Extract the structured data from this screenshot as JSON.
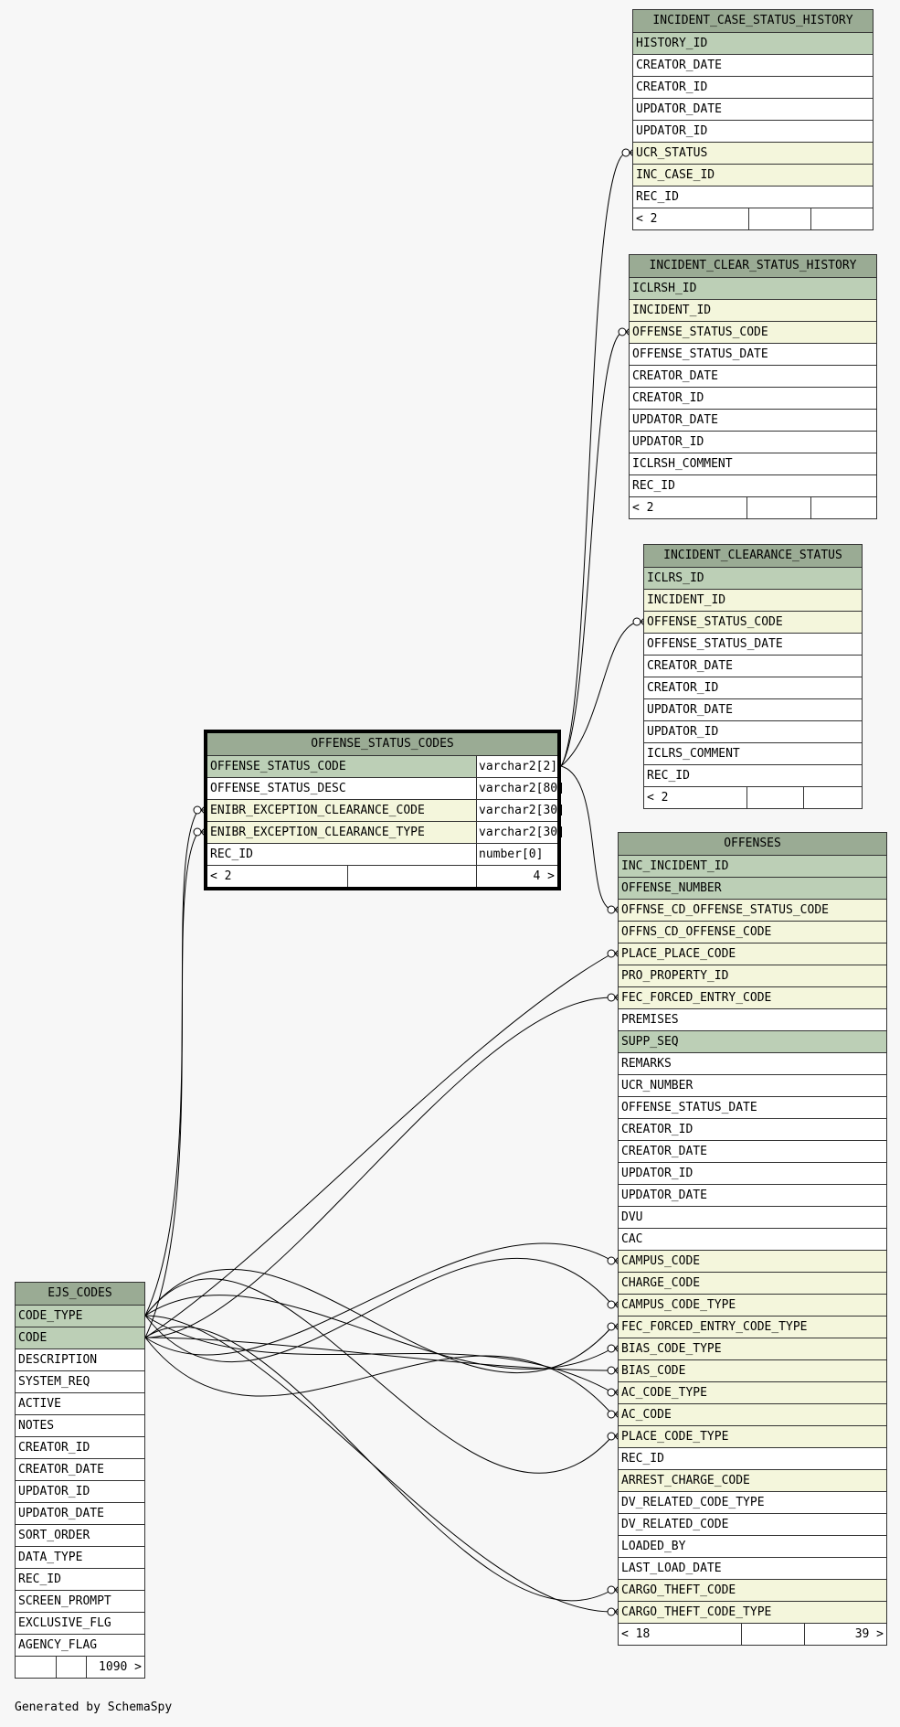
{
  "footer": "Generated by SchemaSpy",
  "tables": [
    {
      "name": "INCIDENT_CASE_STATUS_HISTORY",
      "columns": [
        {
          "name": "HISTORY_ID",
          "kind": "pk"
        },
        {
          "name": "CREATOR_DATE",
          "kind": "plain"
        },
        {
          "name": "CREATOR_ID",
          "kind": "plain"
        },
        {
          "name": "UPDATOR_DATE",
          "kind": "plain"
        },
        {
          "name": "UPDATOR_ID",
          "kind": "plain"
        },
        {
          "name": "UCR_STATUS",
          "kind": "fk"
        },
        {
          "name": "INC_CASE_ID",
          "kind": "fk"
        },
        {
          "name": "REC_ID",
          "kind": "plain"
        }
      ],
      "footer": [
        "< 2",
        "",
        ""
      ]
    },
    {
      "name": "INCIDENT_CLEAR_STATUS_HISTORY",
      "columns": [
        {
          "name": "ICLRSH_ID",
          "kind": "pk"
        },
        {
          "name": "INCIDENT_ID",
          "kind": "fk"
        },
        {
          "name": "OFFENSE_STATUS_CODE",
          "kind": "fk"
        },
        {
          "name": "OFFENSE_STATUS_DATE",
          "kind": "plain"
        },
        {
          "name": "CREATOR_DATE",
          "kind": "plain"
        },
        {
          "name": "CREATOR_ID",
          "kind": "plain"
        },
        {
          "name": "UPDATOR_DATE",
          "kind": "plain"
        },
        {
          "name": "UPDATOR_ID",
          "kind": "plain"
        },
        {
          "name": "ICLRSH_COMMENT",
          "kind": "plain"
        },
        {
          "name": "REC_ID",
          "kind": "plain"
        }
      ],
      "footer": [
        "< 2",
        "",
        ""
      ]
    },
    {
      "name": "INCIDENT_CLEARANCE_STATUS",
      "columns": [
        {
          "name": "ICLRS_ID",
          "kind": "pk"
        },
        {
          "name": "INCIDENT_ID",
          "kind": "fk"
        },
        {
          "name": "OFFENSE_STATUS_CODE",
          "kind": "fk"
        },
        {
          "name": "OFFENSE_STATUS_DATE",
          "kind": "plain"
        },
        {
          "name": "CREATOR_DATE",
          "kind": "plain"
        },
        {
          "name": "CREATOR_ID",
          "kind": "plain"
        },
        {
          "name": "UPDATOR_DATE",
          "kind": "plain"
        },
        {
          "name": "UPDATOR_ID",
          "kind": "plain"
        },
        {
          "name": "ICLRS_COMMENT",
          "kind": "plain"
        },
        {
          "name": "REC_ID",
          "kind": "plain"
        }
      ],
      "footer": [
        "< 2",
        "",
        ""
      ]
    },
    {
      "name": "OFFENSE_STATUS_CODES",
      "highlight": true,
      "columns": [
        {
          "name": "OFFENSE_STATUS_CODE",
          "type": "varchar2[2]",
          "kind": "pk"
        },
        {
          "name": "OFFENSE_STATUS_DESC",
          "type": "varchar2[80]",
          "kind": "plain"
        },
        {
          "name": "ENIBR_EXCEPTION_CLEARANCE_CODE",
          "type": "varchar2[30]",
          "kind": "fk"
        },
        {
          "name": "ENIBR_EXCEPTION_CLEARANCE_TYPE",
          "type": "varchar2[30]",
          "kind": "fk"
        },
        {
          "name": "REC_ID",
          "type": "number[0]",
          "kind": "plain"
        }
      ],
      "footer": [
        "< 2",
        "",
        "4 >"
      ]
    },
    {
      "name": "OFFENSES",
      "columns": [
        {
          "name": "INC_INCIDENT_ID",
          "kind": "pk"
        },
        {
          "name": "OFFENSE_NUMBER",
          "kind": "pk"
        },
        {
          "name": "OFFNSE_CD_OFFENSE_STATUS_CODE",
          "kind": "fk"
        },
        {
          "name": "OFFNS_CD_OFFENSE_CODE",
          "kind": "fk"
        },
        {
          "name": "PLACE_PLACE_CODE",
          "kind": "fk"
        },
        {
          "name": "PRO_PROPERTY_ID",
          "kind": "fk"
        },
        {
          "name": "FEC_FORCED_ENTRY_CODE",
          "kind": "fk"
        },
        {
          "name": "PREMISES",
          "kind": "plain"
        },
        {
          "name": "SUPP_SEQ",
          "kind": "pk"
        },
        {
          "name": "REMARKS",
          "kind": "plain"
        },
        {
          "name": "UCR_NUMBER",
          "kind": "plain"
        },
        {
          "name": "OFFENSE_STATUS_DATE",
          "kind": "plain"
        },
        {
          "name": "CREATOR_ID",
          "kind": "plain"
        },
        {
          "name": "CREATOR_DATE",
          "kind": "plain"
        },
        {
          "name": "UPDATOR_ID",
          "kind": "plain"
        },
        {
          "name": "UPDATOR_DATE",
          "kind": "plain"
        },
        {
          "name": "DVU",
          "kind": "plain"
        },
        {
          "name": "CAC",
          "kind": "plain"
        },
        {
          "name": "CAMPUS_CODE",
          "kind": "fk"
        },
        {
          "name": "CHARGE_CODE",
          "kind": "fk"
        },
        {
          "name": "CAMPUS_CODE_TYPE",
          "kind": "fk"
        },
        {
          "name": "FEC_FORCED_ENTRY_CODE_TYPE",
          "kind": "fk"
        },
        {
          "name": "BIAS_CODE_TYPE",
          "kind": "fk"
        },
        {
          "name": "BIAS_CODE",
          "kind": "fk"
        },
        {
          "name": "AC_CODE_TYPE",
          "kind": "fk"
        },
        {
          "name": "AC_CODE",
          "kind": "fk"
        },
        {
          "name": "PLACE_CODE_TYPE",
          "kind": "fk"
        },
        {
          "name": "REC_ID",
          "kind": "plain"
        },
        {
          "name": "ARREST_CHARGE_CODE",
          "kind": "fk"
        },
        {
          "name": "DV_RELATED_CODE_TYPE",
          "kind": "plain"
        },
        {
          "name": "DV_RELATED_CODE",
          "kind": "plain"
        },
        {
          "name": "LOADED_BY",
          "kind": "plain"
        },
        {
          "name": "LAST_LOAD_DATE",
          "kind": "plain"
        },
        {
          "name": "CARGO_THEFT_CODE",
          "kind": "fk"
        },
        {
          "name": "CARGO_THEFT_CODE_TYPE",
          "kind": "fk"
        }
      ],
      "footer": [
        "< 18",
        "",
        "39 >"
      ]
    },
    {
      "name": "EJS_CODES",
      "columns": [
        {
          "name": "CODE_TYPE",
          "kind": "pk"
        },
        {
          "name": "CODE",
          "kind": "pk"
        },
        {
          "name": "DESCRIPTION",
          "kind": "plain"
        },
        {
          "name": "SYSTEM_REQ",
          "kind": "plain"
        },
        {
          "name": "ACTIVE",
          "kind": "plain"
        },
        {
          "name": "NOTES",
          "kind": "plain"
        },
        {
          "name": "CREATOR_ID",
          "kind": "plain"
        },
        {
          "name": "CREATOR_DATE",
          "kind": "plain"
        },
        {
          "name": "UPDATOR_ID",
          "kind": "plain"
        },
        {
          "name": "UPDATOR_DATE",
          "kind": "plain"
        },
        {
          "name": "SORT_ORDER",
          "kind": "plain"
        },
        {
          "name": "DATA_TYPE",
          "kind": "plain"
        },
        {
          "name": "REC_ID",
          "kind": "plain"
        },
        {
          "name": "SCREEN_PROMPT",
          "kind": "plain"
        },
        {
          "name": "EXCLUSIVE_FLG",
          "kind": "plain"
        },
        {
          "name": "AGENCY_FLAG",
          "kind": "plain"
        }
      ],
      "footer": [
        "",
        "",
        "1090 >"
      ]
    }
  ],
  "relationships": [
    {
      "from": "OFFENSE_STATUS_CODES.OFFENSE_STATUS_CODE",
      "to": "INCIDENT_CASE_STATUS_HISTORY.UCR_STATUS"
    },
    {
      "from": "OFFENSE_STATUS_CODES.OFFENSE_STATUS_CODE",
      "to": "INCIDENT_CLEAR_STATUS_HISTORY.OFFENSE_STATUS_CODE"
    },
    {
      "from": "OFFENSE_STATUS_CODES.OFFENSE_STATUS_CODE",
      "to": "INCIDENT_CLEARANCE_STATUS.OFFENSE_STATUS_CODE"
    },
    {
      "from": "OFFENSE_STATUS_CODES.OFFENSE_STATUS_CODE",
      "to": "OFFENSES.OFFNSE_CD_OFFENSE_STATUS_CODE"
    },
    {
      "from": "EJS_CODES.CODE_TYPE",
      "to": "OFFENSE_STATUS_CODES.ENIBR_EXCEPTION_CLEARANCE_CODE"
    },
    {
      "from": "EJS_CODES.CODE",
      "to": "OFFENSE_STATUS_CODES.ENIBR_EXCEPTION_CLEARANCE_TYPE"
    },
    {
      "from": "EJS_CODES.CODE",
      "to": "OFFENSES.PLACE_PLACE_CODE"
    },
    {
      "from": "EJS_CODES.CODE",
      "to": "OFFENSES.FEC_FORCED_ENTRY_CODE"
    },
    {
      "from": "EJS_CODES.CODE",
      "to": "OFFENSES.CAMPUS_CODE"
    },
    {
      "from": "EJS_CODES.CODE_TYPE",
      "to": "OFFENSES.CAMPUS_CODE_TYPE"
    },
    {
      "from": "EJS_CODES.CODE_TYPE",
      "to": "OFFENSES.FEC_FORCED_ENTRY_CODE_TYPE"
    },
    {
      "from": "EJS_CODES.CODE_TYPE",
      "to": "OFFENSES.BIAS_CODE_TYPE"
    },
    {
      "from": "EJS_CODES.CODE",
      "to": "OFFENSES.BIAS_CODE"
    },
    {
      "from": "EJS_CODES.CODE_TYPE",
      "to": "OFFENSES.AC_CODE_TYPE"
    },
    {
      "from": "EJS_CODES.CODE",
      "to": "OFFENSES.AC_CODE"
    },
    {
      "from": "EJS_CODES.CODE_TYPE",
      "to": "OFFENSES.PLACE_CODE_TYPE"
    },
    {
      "from": "EJS_CODES.CODE",
      "to": "OFFENSES.CARGO_THEFT_CODE"
    },
    {
      "from": "EJS_CODES.CODE_TYPE",
      "to": "OFFENSES.CARGO_THEFT_CODE_TYPE"
    }
  ]
}
